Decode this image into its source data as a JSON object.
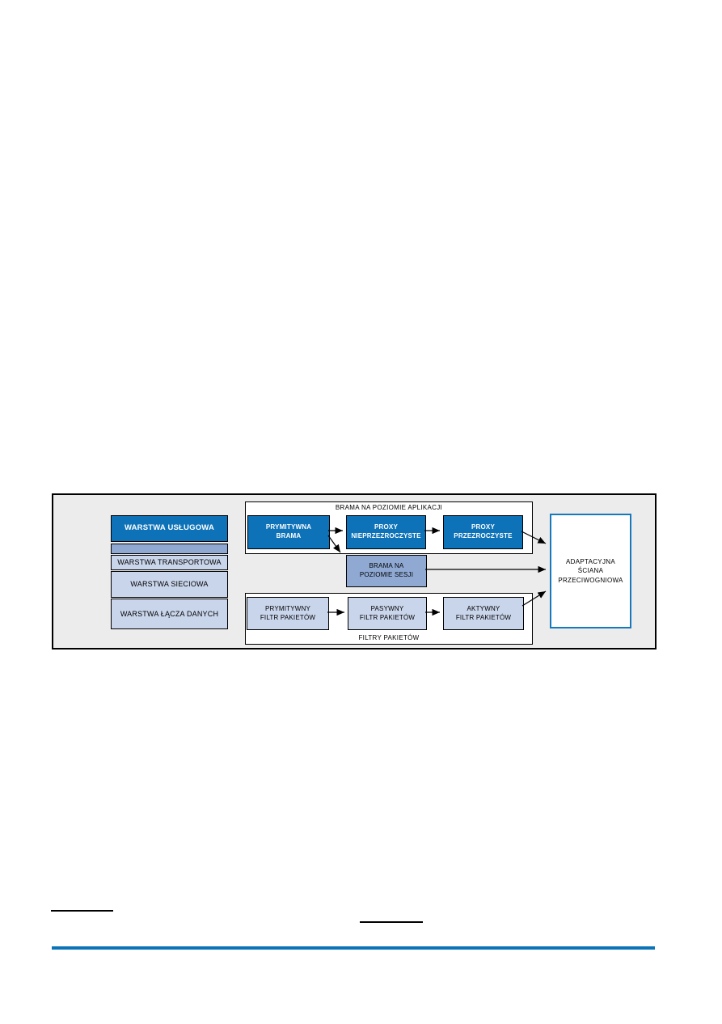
{
  "diagram": {
    "frame_background": "#ECECEC",
    "colors": {
      "dark_blue_node": "#0D72B8",
      "medium_blue_node": "#8FA9D3",
      "light_blue_node": "#C9D5EB",
      "adaptive_box_border": "#1778BC",
      "footer_rule_blue": "#0B73B8"
    },
    "layer_stack": {
      "items": [
        {
          "label": "WARSTWA USŁUGOWA",
          "style": "dark"
        },
        {
          "label": "",
          "style": "medium"
        },
        {
          "label": "WARSTWA TRANSPORTOWA",
          "style": "light"
        },
        {
          "label": "WARSTWA SIECIOWA",
          "style": "light"
        },
        {
          "label": "WARSTWA ŁĄCZA DANYCH",
          "style": "light"
        }
      ]
    },
    "application_gateway_group": {
      "label": "BRAMA NA POZIOMIE APLIKACJI",
      "nodes": [
        {
          "label": "PRYMITYWNA\nBRAMA"
        },
        {
          "label": "PROXY\nNIEPRZEZROCZYSTE"
        },
        {
          "label": "PROXY\nPRZEZROCZYSTE"
        }
      ]
    },
    "session_gateway": {
      "label": "BRAMA NA\nPOZIOMIE SESJI"
    },
    "packet_filter_group": {
      "label": "FILTRY PAKIETÓW",
      "nodes": [
        {
          "label": "PRYMITYWNY\nFILTR PAKIETÓW"
        },
        {
          "label": "PASYWNY\nFILTR PAKIETÓW"
        },
        {
          "label": "AKTYWNY\nFILTR PAKIETÓW"
        }
      ]
    },
    "adaptive_firewall": {
      "label": "ADAPTACYJNA\nŚCIANA\nPRZECIWOGNIOWA"
    }
  }
}
